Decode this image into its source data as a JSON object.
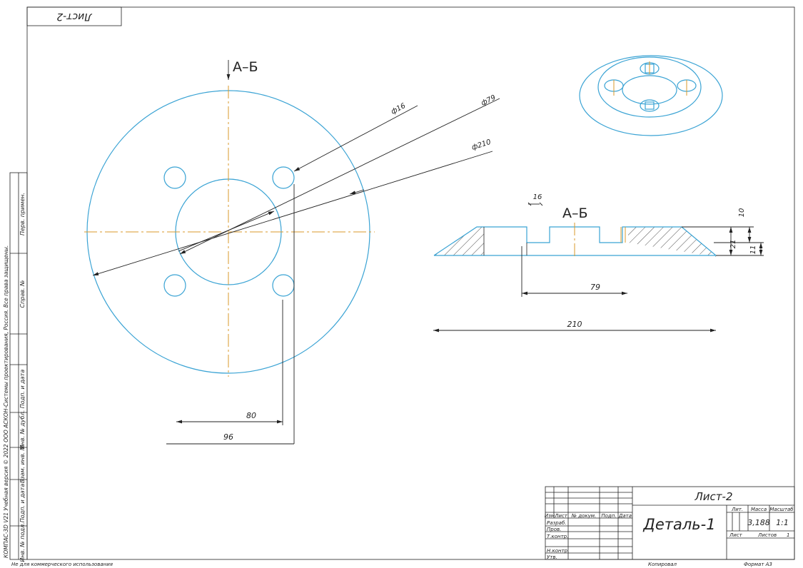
{
  "sheet": {
    "corner_label": "Лист-2",
    "bottom_note": "Не для коммерческого использования",
    "bottom_copy": "Копировал",
    "bottom_format": "Формат   А3"
  },
  "side_strip": {
    "labels": [
      "Перв. примен.",
      "Справ. №",
      "Подп. и дата",
      "Инв. № дубл.",
      "Взам. инв. №",
      "Подп. и дата",
      "Инв. № подл."
    ],
    "vertical_note": "КОМПАС-3D V21 Учебная версия © 2022 ООО АСКОН-Системы проектирования, Россия. Все права защищены."
  },
  "front_view": {
    "section_mark": "А–Б",
    "dim_d16": "ф16",
    "dim_d79": "ф79",
    "dim_d210": "ф210",
    "dim_80": "80",
    "dim_96": "96"
  },
  "section_view": {
    "title": "А–Б",
    "dim_16": "16",
    "dim_79": "79",
    "dim_210": "210",
    "dim_10": "10",
    "dim_21": "21",
    "dim_11": "11"
  },
  "title_block": {
    "sheet_name": "Лист-2",
    "part_name": "Деталь-1",
    "col_izm": "Изм",
    "col_list": "Лист",
    "col_doc": "№ докум.",
    "col_sign": "Подп.",
    "col_date": "Дата",
    "row_razrab": "Разраб.",
    "row_prov": "Пров.",
    "row_tkontr": "Т.контр.",
    "row_nkontr": "Н.контр.",
    "row_utv": "Утв.",
    "hdr_lit": "Лит.",
    "hdr_mass": "Масса",
    "hdr_scale": "Масштаб",
    "mass": "3,188",
    "scale": "1:1",
    "sheet_label": "Лист",
    "sheets_label": "Листов",
    "sheets_count": "1"
  }
}
